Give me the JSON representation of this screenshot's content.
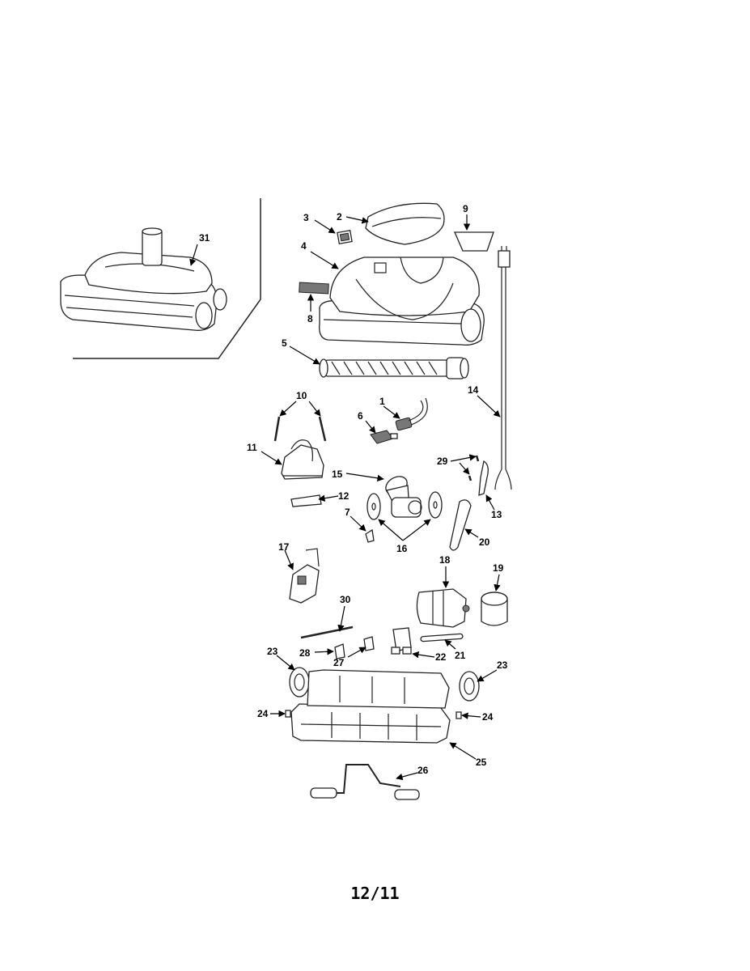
{
  "diagram": {
    "labels": {
      "p1": "1",
      "p2": "2",
      "p3": "3",
      "p4": "4",
      "p5": "5",
      "p6": "6",
      "p7": "7",
      "p8": "8",
      "p9": "9",
      "p10": "10",
      "p11": "11",
      "p12": "12",
      "p13": "13",
      "p14": "14",
      "p15": "15",
      "p16": "16",
      "p17": "17",
      "p18": "18",
      "p19": "19",
      "p20": "20",
      "p21": "21",
      "p22": "22",
      "p23a": "23",
      "p23b": "23",
      "p24a": "24",
      "p24b": "24",
      "p25": "25",
      "p26": "26",
      "p27": "27",
      "p28": "28",
      "p29": "29",
      "p30": "30",
      "p31": "31"
    }
  },
  "footer": {
    "page_code": "12/11"
  }
}
